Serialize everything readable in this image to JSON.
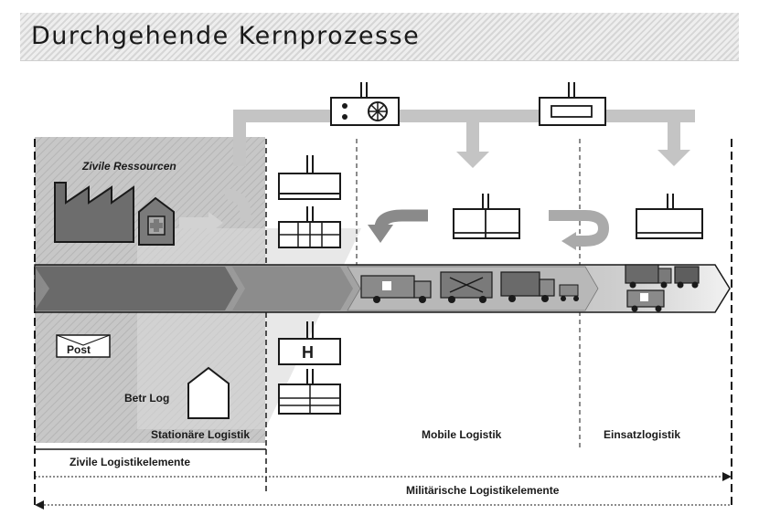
{
  "title": "Durchgehende Kernprozesse",
  "labels": {
    "zivile_ressourcen": "Zivile Ressourcen",
    "post": "Post",
    "betr_log": "Betr Log",
    "hospital_h": "H",
    "stationaere": "Stationäre Logistik",
    "mobile": "Mobile Logistik",
    "einsatz": "Einsatzlogistik",
    "zivile_elemente": "Zivile Logistikelemente",
    "militaerische_elemente": "Militärische Logistikelemente"
  },
  "colors": {
    "civil_area": "#b4b4b4",
    "pipe": "#c4c4c4",
    "arrow_dark": "#6a6a6a",
    "outline": "#1a1a1a"
  }
}
